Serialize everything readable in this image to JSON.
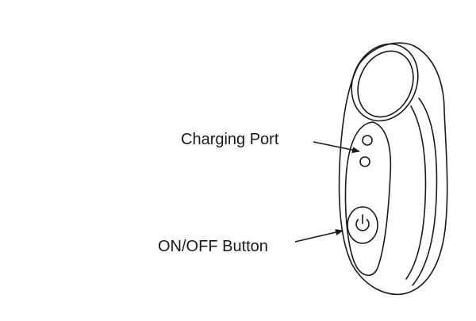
{
  "diagram": {
    "device": "handheld-device",
    "callouts": {
      "charging_port": "Charging Port",
      "power_button": "ON/OFF Button"
    },
    "icons": {
      "power": "power-icon"
    },
    "colors": {
      "line": "#1a1a1a",
      "background": "#ffffff"
    }
  }
}
